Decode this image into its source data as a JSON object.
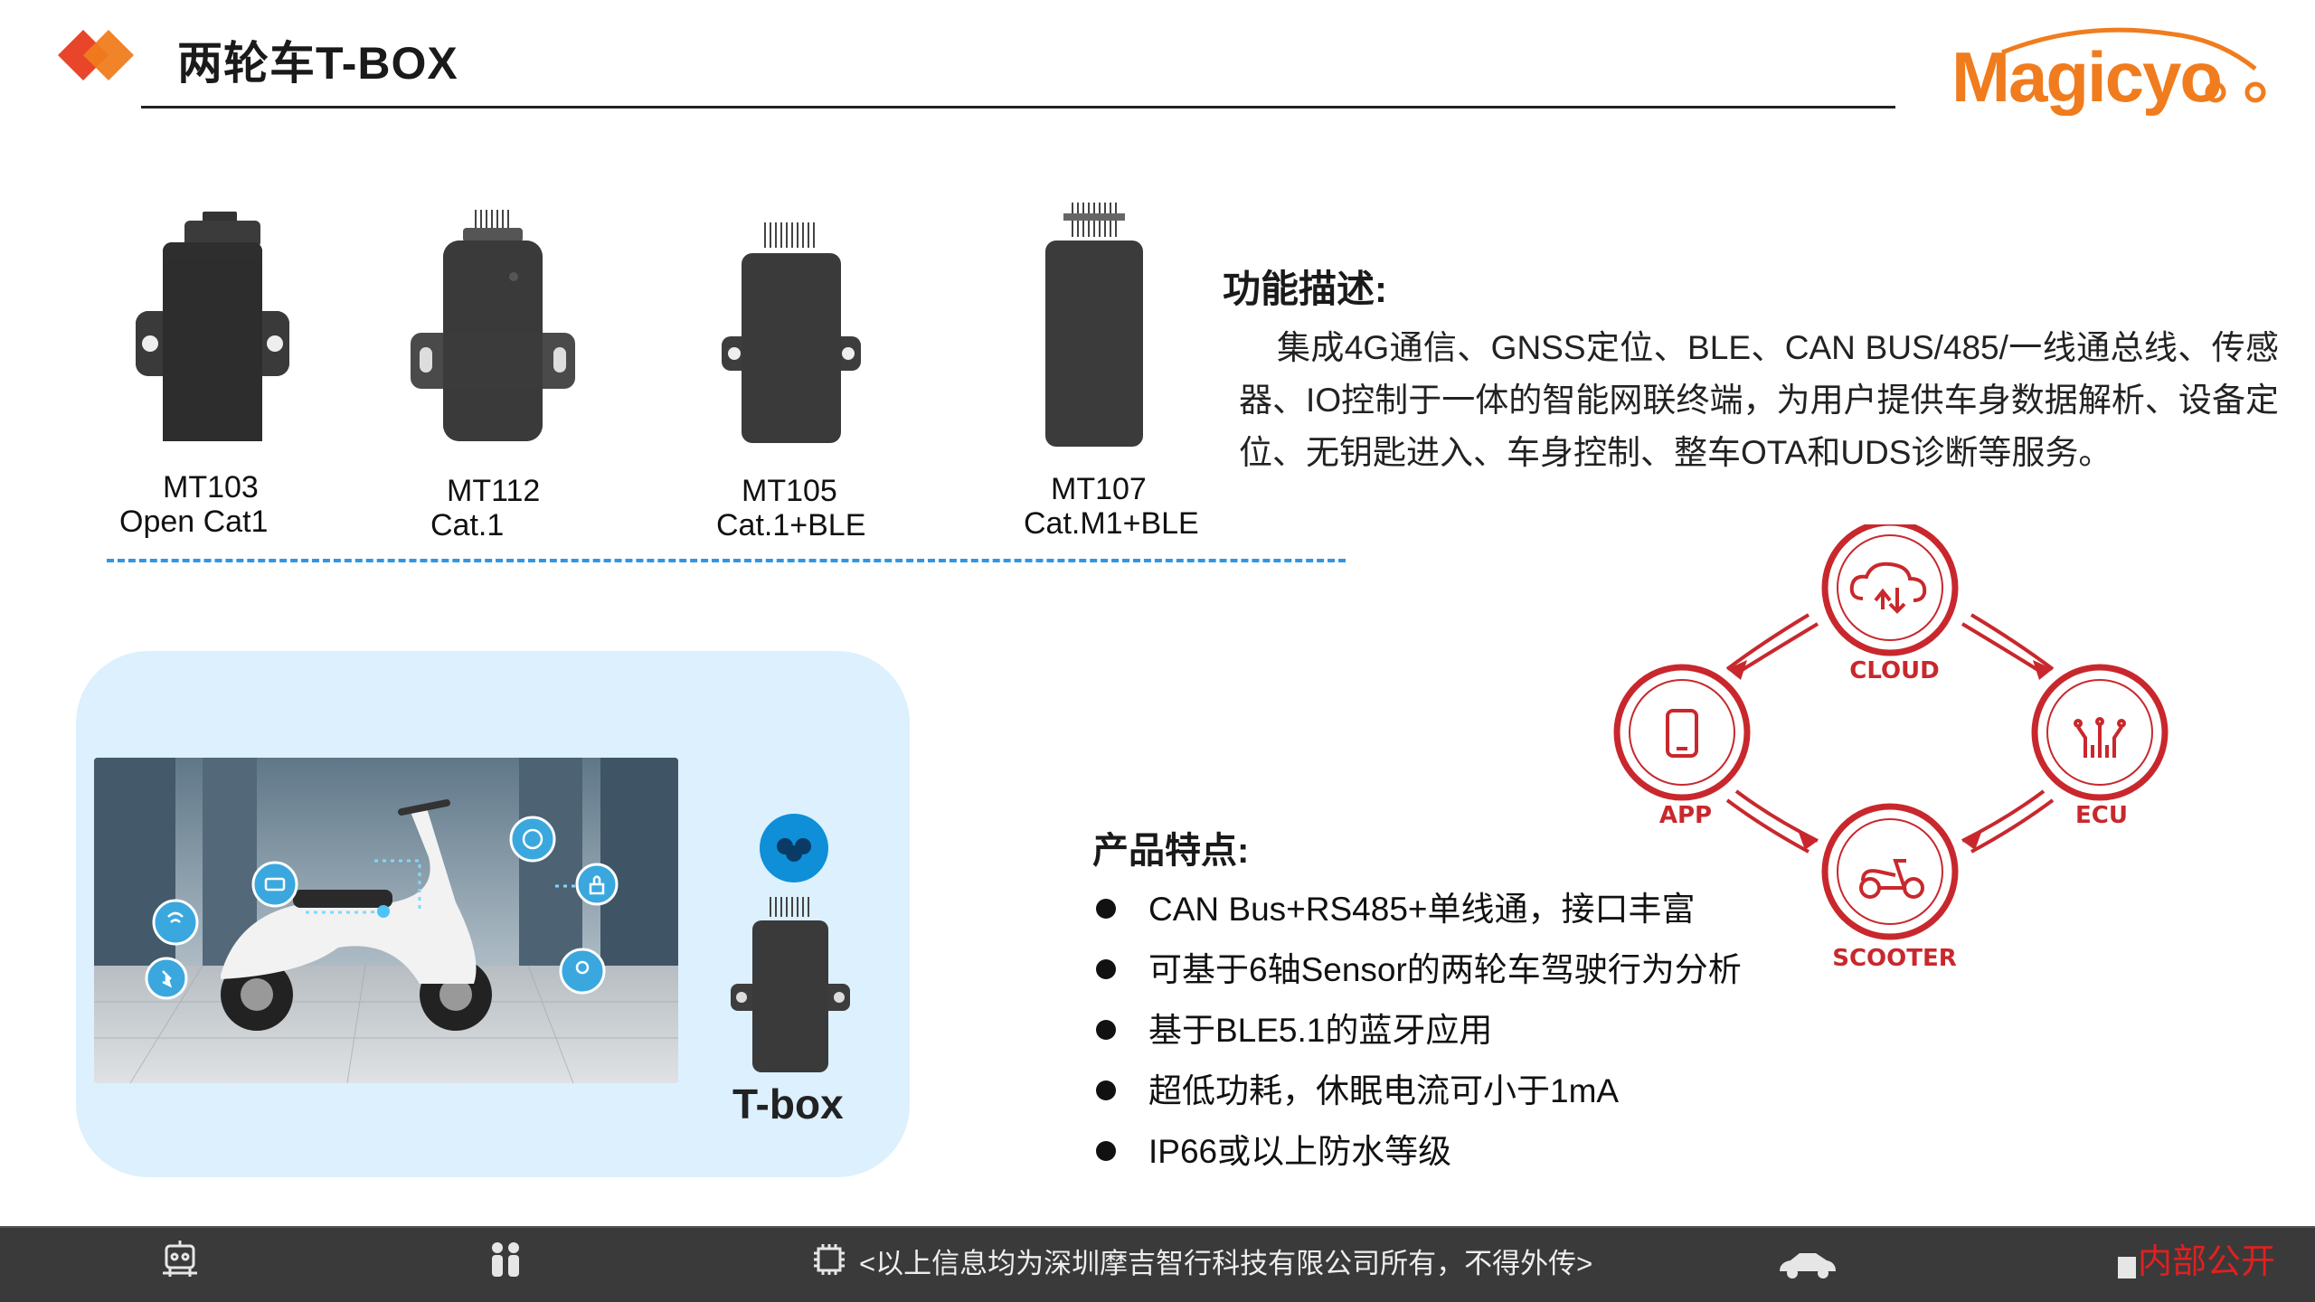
{
  "header": {
    "title": "两轮车T-BOX",
    "logo_text": "Magicyo"
  },
  "products": [
    {
      "model": "MT103",
      "network": "Open Cat1"
    },
    {
      "model": "MT112",
      "network": "Cat.1"
    },
    {
      "model": "MT105",
      "network": "Cat.1+BLE"
    },
    {
      "model": "MT107",
      "network": "Cat.M1+BLE"
    }
  ],
  "function": {
    "heading": "功能描述:",
    "text": "集成4G通信、GNSS定位、BLE、CAN BUS/485/一线通总线、传感器、IO控制于一体的智能网联终端，为用户提供车身数据解析、设备定位、无钥匙进入、车身控制、整车OTA和UDS诊断等服务。"
  },
  "illustration": {
    "device_label": "T-box"
  },
  "cycle": {
    "nodes": [
      "CLOUD",
      "ECU",
      "SCOOTER",
      "APP"
    ],
    "color": "#c8282d"
  },
  "features": {
    "heading": "产品特点:",
    "items": [
      "CAN Bus+RS485+单线通，接口丰富",
      "可基于6轴Sensor的两轮车驾驶行为分析",
      "基于BLE5.1的蓝牙应用",
      "超低功耗，休眠电流可小于1mA",
      "IP66或以上防水等级"
    ]
  },
  "footer": {
    "note": "<以上信息均为深圳摩吉智行科技有限公司所有，不得外传>",
    "classification": "内部公开"
  },
  "colors": {
    "accent_orange": "#f07c1e",
    "accent_red": "#e8452a",
    "dash_blue": "#2f96e6",
    "panel_blue": "#dcf0fd",
    "footer_bg": "#3a3a3a"
  }
}
